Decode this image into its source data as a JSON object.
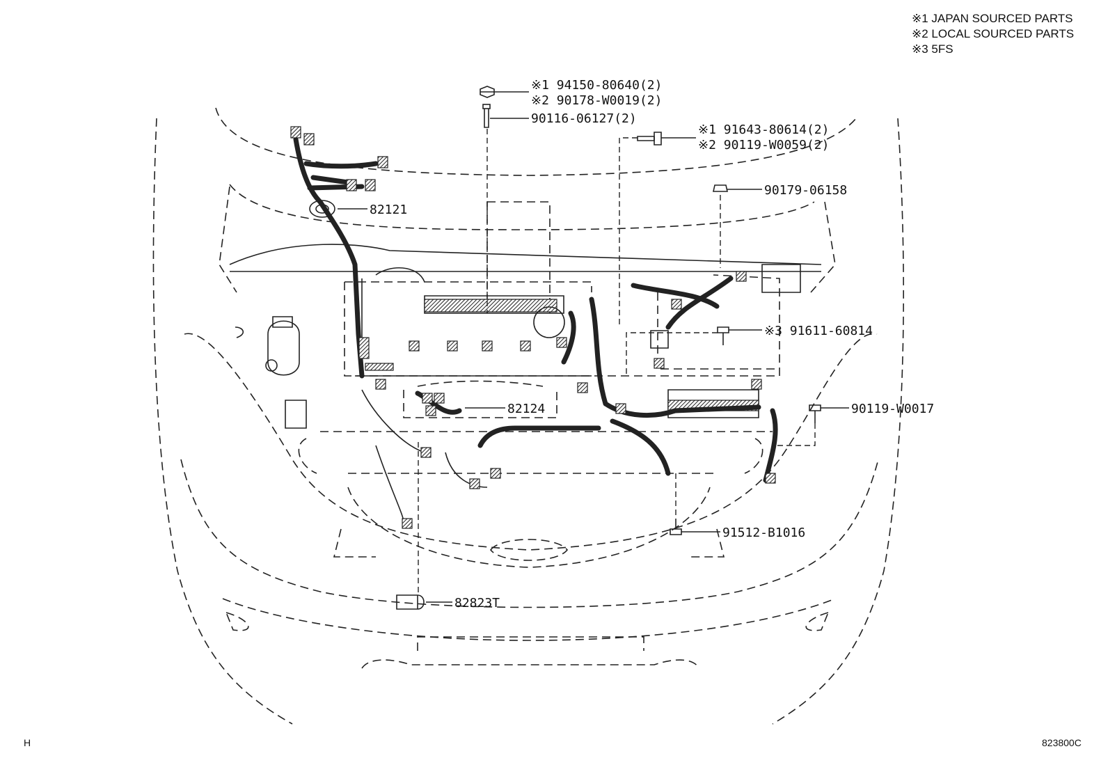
{
  "notes": [
    "※1 JAPAN SOURCED PARTS",
    "※2 LOCAL SOURCED PARTS",
    "※3 5FS"
  ],
  "callouts": {
    "c94150": "※1 94150-80640(2)",
    "c90178": "※2 90178-W0019(2)",
    "c90116": "90116-06127(2)",
    "c91643": "※1 91643-80614(2)",
    "c90119_59": "※2 90119-W0059(2)",
    "c90179": "90179-06158",
    "c82121": "82121",
    "c91611": "※3 91611-60814",
    "c82124": "82124",
    "c90119_17": "90119-W0017",
    "c91512": "91512-B1016",
    "c82823": "82823T"
  },
  "footer": {
    "left_mark": "H",
    "diagram_code": "823800C"
  }
}
